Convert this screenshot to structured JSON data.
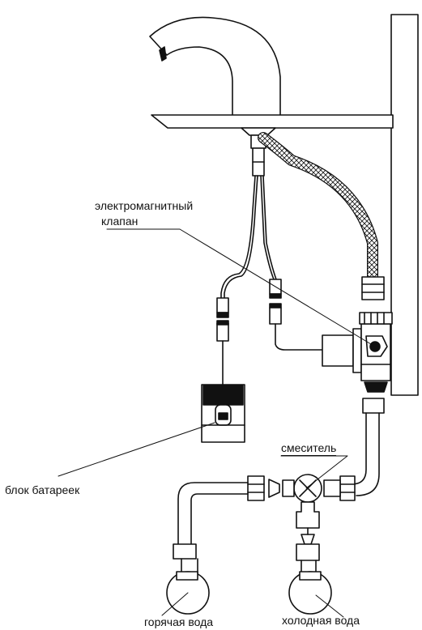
{
  "labels": {
    "solenoid_valve_line1": "электромагнитный",
    "solenoid_valve_line2": "клапан",
    "battery_box": "блок батареек",
    "mixer": "смеситель",
    "hot_water": "горячая вода",
    "cold_water": "холодная вода"
  },
  "colors": {
    "line": "#111111",
    "background": "#ffffff"
  }
}
